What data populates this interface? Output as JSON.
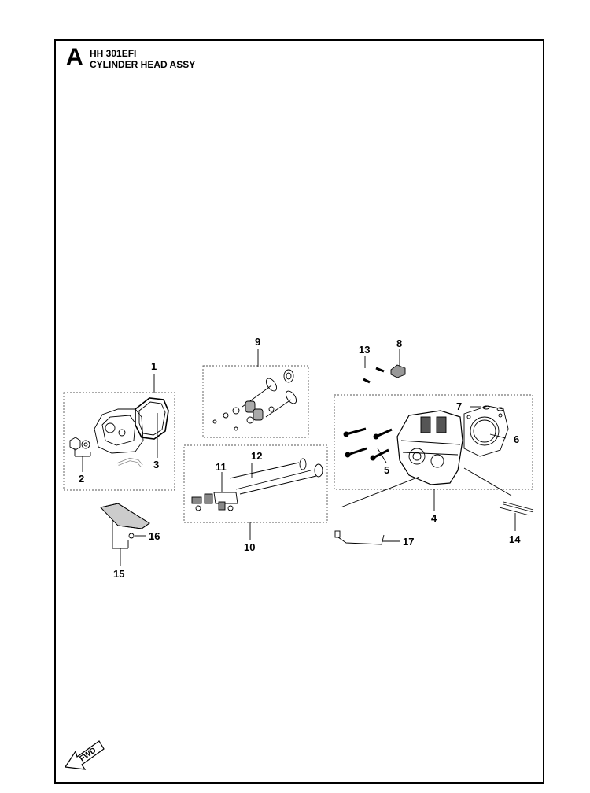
{
  "header": {
    "section_letter": "A",
    "model": "HH 301EFI",
    "assembly_title": "CYLINDER HEAD ASSY"
  },
  "callouts": {
    "c1": "1",
    "c2": "2",
    "c3": "3",
    "c4": "4",
    "c5": "5",
    "c6": "6",
    "c7": "7",
    "c8": "8",
    "c9": "9",
    "c10": "10",
    "c11": "11",
    "c12": "12",
    "c13": "13",
    "c14": "14",
    "c15": "15",
    "c16": "16",
    "c17": "17"
  },
  "direction": {
    "label": "FWD"
  }
}
